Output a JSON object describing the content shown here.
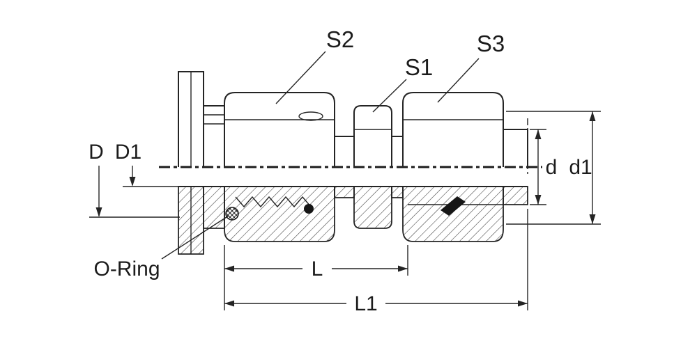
{
  "diagram": {
    "kind": "technical-drawing-cross-section",
    "labels": {
      "s2": "S2",
      "s1": "S1",
      "s3": "S3",
      "D": "D",
      "D1": "D1",
      "d": "d",
      "d1": "d1",
      "L": "L",
      "L1": "L1",
      "oring": "O-Ring"
    },
    "colors": {
      "line": "#242424",
      "background": "#ffffff"
    }
  }
}
